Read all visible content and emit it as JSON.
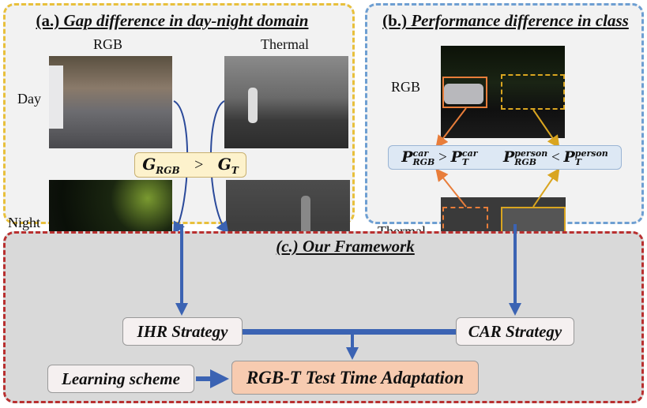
{
  "panel_a": {
    "title_prefix": "(a.)",
    "title": "Gap difference in day-night domain",
    "col_rgb": "RGB",
    "col_thermal": "Thermal",
    "row_day": "Day",
    "row_night": "Night",
    "gap_rgb": "G",
    "gap_rgb_sub": "RGB",
    "gap_op": ">",
    "gap_t": "G",
    "gap_t_sub": "T"
  },
  "panel_b": {
    "title_prefix": "(b.)",
    "title": "Performance difference in class",
    "row_rgb": "RGB",
    "row_thermal": "Thermal",
    "formula": {
      "p": "P",
      "car": "car",
      "person": "person",
      "rgb": "RGB",
      "t": "T",
      "gt": ">",
      "lt": "<"
    }
  },
  "panel_c": {
    "title": "(c.) Our Framework",
    "ihr": "IHR Strategy",
    "car": "CAR Strategy",
    "learning": "Learning scheme",
    "tta": "RGB-T Test Time Adaptation"
  },
  "colors": {
    "yellow": "#e8c03c",
    "blue": "#6e9fd2",
    "red": "#b83030",
    "arrow": "#3b63b3"
  }
}
